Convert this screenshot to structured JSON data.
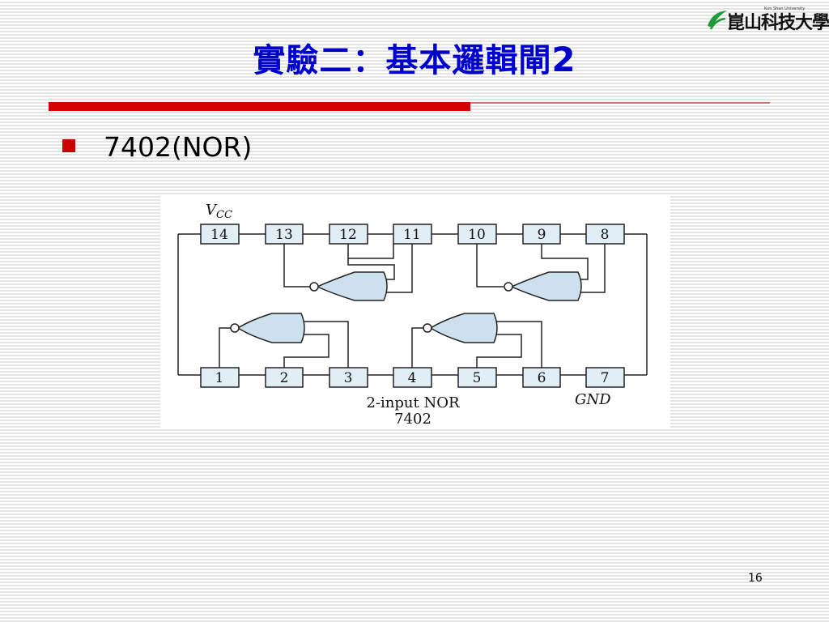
{
  "logo": {
    "sub_text": "Kun Shan University",
    "word_text": "崑山科技大學",
    "mark_color": "#1e9a38"
  },
  "slide": {
    "title_text": "實驗二：基本邏輯閘",
    "title_number": "2",
    "bullet_text": "7402(NOR)",
    "page_number": "16"
  },
  "figure": {
    "vcc_label": "V",
    "vcc_sub": "CC",
    "top_pins": [
      "14",
      "13",
      "12",
      "11",
      "10",
      "9",
      "8"
    ],
    "bottom_pins": [
      "1",
      "2",
      "3",
      "4",
      "5",
      "6",
      "7"
    ],
    "gnd_label": "GND",
    "caption_line1": "2-input NOR",
    "caption_line2": "7402"
  }
}
